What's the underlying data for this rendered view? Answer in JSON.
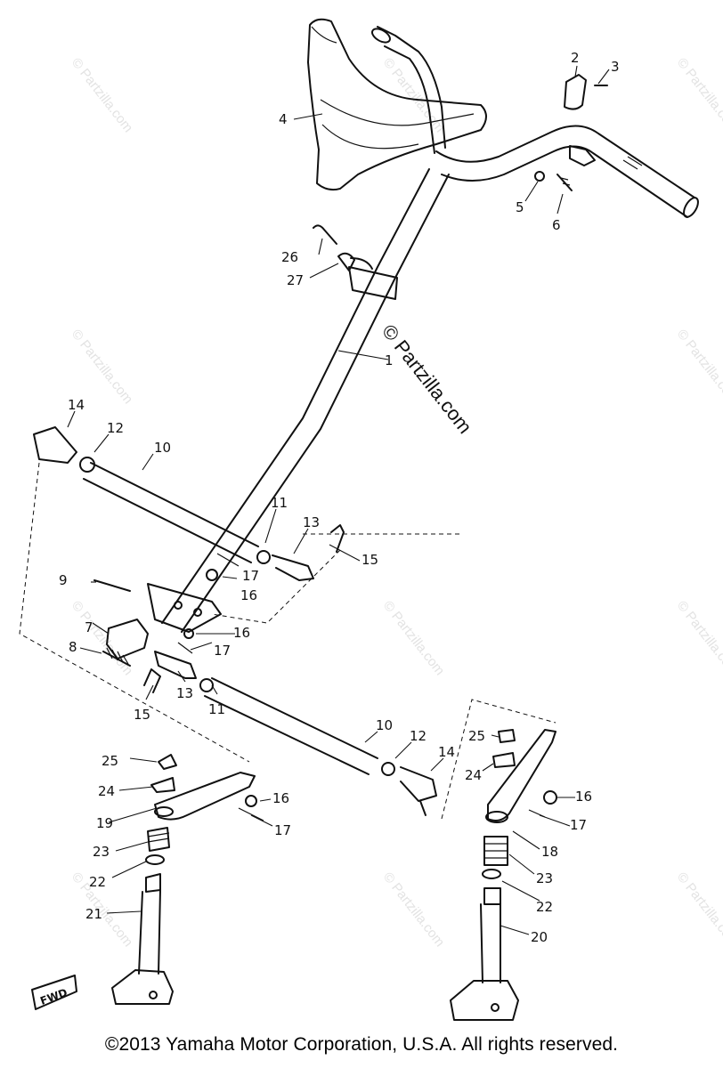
{
  "diagram": {
    "watermark_text": "© Partzilla.com",
    "center_watermark": "© Partzilla.com",
    "fwd_label": "FWD",
    "callouts": [
      {
        "id": "c1",
        "label": "1"
      },
      {
        "id": "c2",
        "label": "2"
      },
      {
        "id": "c3",
        "label": "3"
      },
      {
        "id": "c4",
        "label": "4"
      },
      {
        "id": "c5",
        "label": "5"
      },
      {
        "id": "c6",
        "label": "6"
      },
      {
        "id": "c7",
        "label": "7"
      },
      {
        "id": "c8",
        "label": "8"
      },
      {
        "id": "c9",
        "label": "9"
      },
      {
        "id": "c10a",
        "label": "10"
      },
      {
        "id": "c10b",
        "label": "10"
      },
      {
        "id": "c11a",
        "label": "11"
      },
      {
        "id": "c11b",
        "label": "11"
      },
      {
        "id": "c12a",
        "label": "12"
      },
      {
        "id": "c12b",
        "label": "12"
      },
      {
        "id": "c13a",
        "label": "13"
      },
      {
        "id": "c13b",
        "label": "13"
      },
      {
        "id": "c14a",
        "label": "14"
      },
      {
        "id": "c14b",
        "label": "14"
      },
      {
        "id": "c15a",
        "label": "15"
      },
      {
        "id": "c15b",
        "label": "15"
      },
      {
        "id": "c16a",
        "label": "16"
      },
      {
        "id": "c16b",
        "label": "16"
      },
      {
        "id": "c16c",
        "label": "16"
      },
      {
        "id": "c16d",
        "label": "16"
      },
      {
        "id": "c17a",
        "label": "17"
      },
      {
        "id": "c17b",
        "label": "17"
      },
      {
        "id": "c17c",
        "label": "17"
      },
      {
        "id": "c17d",
        "label": "17"
      },
      {
        "id": "c18",
        "label": "18"
      },
      {
        "id": "c19",
        "label": "19"
      },
      {
        "id": "c20",
        "label": "20"
      },
      {
        "id": "c21",
        "label": "21"
      },
      {
        "id": "c22a",
        "label": "22"
      },
      {
        "id": "c22b",
        "label": "22"
      },
      {
        "id": "c23a",
        "label": "23"
      },
      {
        "id": "c23b",
        "label": "23"
      },
      {
        "id": "c24a",
        "label": "24"
      },
      {
        "id": "c24b",
        "label": "24"
      },
      {
        "id": "c25a",
        "label": "25"
      },
      {
        "id": "c25b",
        "label": "25"
      },
      {
        "id": "c26",
        "label": "26"
      },
      {
        "id": "c27",
        "label": "27"
      }
    ]
  },
  "footer": {
    "copyright": "©2013 Yamaha Motor Corporation, U.S.A. All rights reserved."
  }
}
